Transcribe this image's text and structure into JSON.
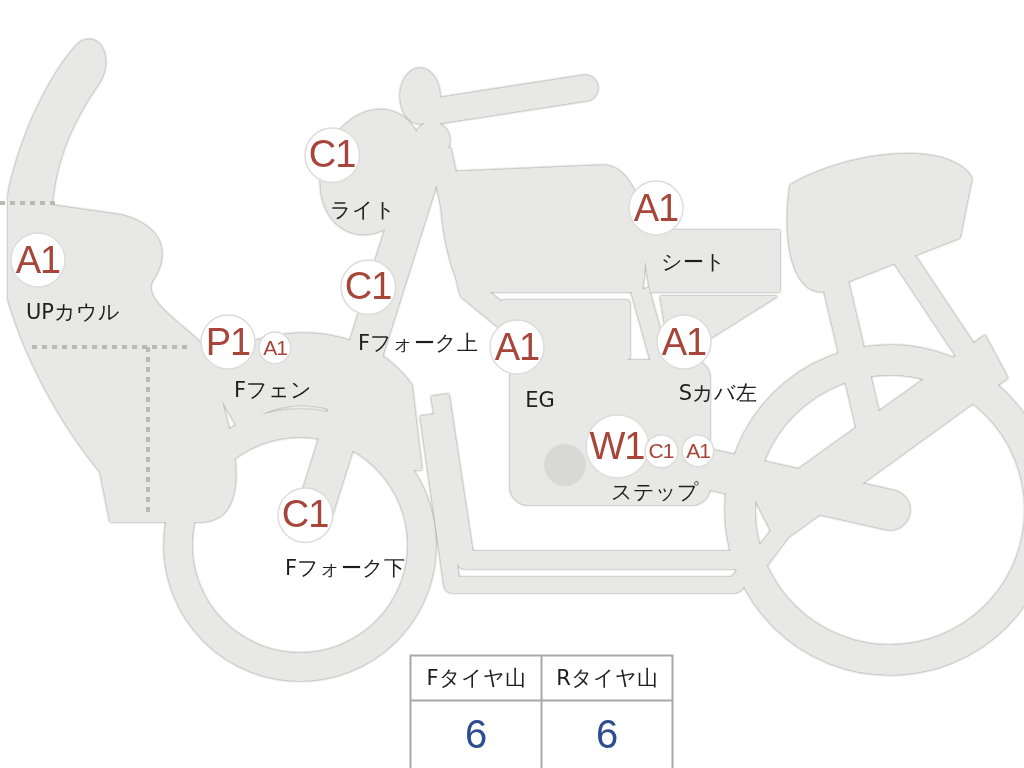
{
  "diagram": {
    "nodes": [
      {
        "text": [
          "C1",
          "ライト"
        ]
      },
      {
        "text": [
          "A1",
          "シート"
        ]
      },
      {
        "text": [
          "A1",
          "UPカウル"
        ]
      },
      {
        "text": [
          "C1",
          "Fフォーク上"
        ]
      },
      {
        "text": [
          "P1",
          "Fフェン"
        ]
      },
      {
        "text": [
          "A1"
        ]
      },
      {
        "text": [
          "A1",
          "EG"
        ]
      },
      {
        "text": [
          "A1",
          "Sカバ左"
        ]
      },
      {
        "text": [
          "W1",
          "ステップ"
        ]
      },
      {
        "text": [
          "C1"
        ]
      },
      {
        "text": [
          "A1"
        ]
      },
      {
        "text": [
          "C1",
          "Fフォーク下"
        ]
      }
    ],
    "labels": [
      "Fタイヤ山",
      "Rタイヤ山",
      "6",
      "6"
    ]
  }
}
